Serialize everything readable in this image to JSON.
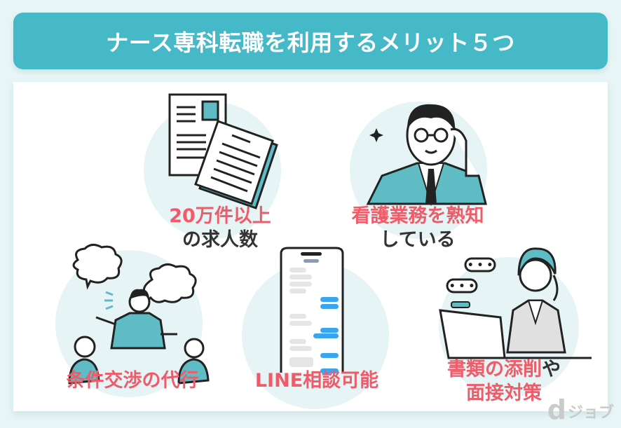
{
  "header": {
    "title": "ナース専科転職を利用するメリット５つ"
  },
  "benefits": [
    {
      "line1": "20万件以上",
      "line2": "の求人数",
      "icon": "documents-icon"
    },
    {
      "line1": "看護業務を熟知",
      "line2": "している",
      "icon": "advisor-glasses-icon"
    },
    {
      "line1": "条件交渉の代行",
      "line2": "",
      "icon": "negotiation-meeting-icon"
    },
    {
      "line1": "LINE相談可能",
      "line2": "",
      "icon": "line-chat-phone-icon"
    },
    {
      "line1_red": "書類の添削",
      "line1_dark": "や",
      "line2": "面接対策",
      "icon": "online-interview-icon"
    }
  ],
  "logo": {
    "mark": "d",
    "text": "ジョブ"
  },
  "colors": {
    "accent": "#46b9c8",
    "highlight": "#ee5c6a",
    "text": "#333333",
    "background": "#e8f5f6",
    "circle": "#e6f4f5"
  }
}
